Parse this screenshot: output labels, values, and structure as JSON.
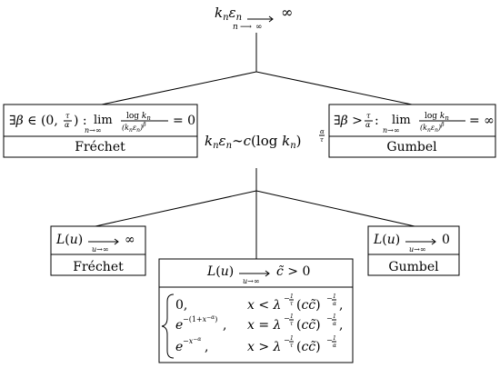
{
  "root": {
    "label": "kₙεₙ",
    "under": "n→∞",
    "limit": "∞"
  },
  "mid": {
    "label": "kₙεₙ∼c(log kₙ)",
    "exp": "α/τ"
  },
  "left_top": {
    "formula": "∃β ∈ (0, τ/α) : lim  log kₙ/(kₙεₙ)^β = 0",
    "under": "n→∞",
    "name": "Fréchet"
  },
  "right_top": {
    "formula": "∃β > τ/α : lim  log kₙ/(kₙεₙ)^β = ∞",
    "under": "n→∞",
    "name": "Gumbel"
  },
  "left_bottom": {
    "formula": "L(u) → ∞",
    "under": "u→∞",
    "name": "Fréchet"
  },
  "right_bottom": {
    "formula": "L(u) → 0",
    "under": "u→∞",
    "name": "Gumbel"
  },
  "center_bottom": {
    "formula": "L(u) → c̃ > 0",
    "under": "u→∞",
    "cases": [
      {
        "value": "0,",
        "cond": "x < λ^(−1/τ)(cc̃)^(−1/α),"
      },
      {
        "value": "e^(−(1+x^(−α))),",
        "cond": "x = λ^(−1/τ)(cc̃)^(−1/α),"
      },
      {
        "value": "e^(−x^(−α)),",
        "cond": "x > λ^(−1/τ)(cc̃)^(−1/α)"
      }
    ]
  }
}
